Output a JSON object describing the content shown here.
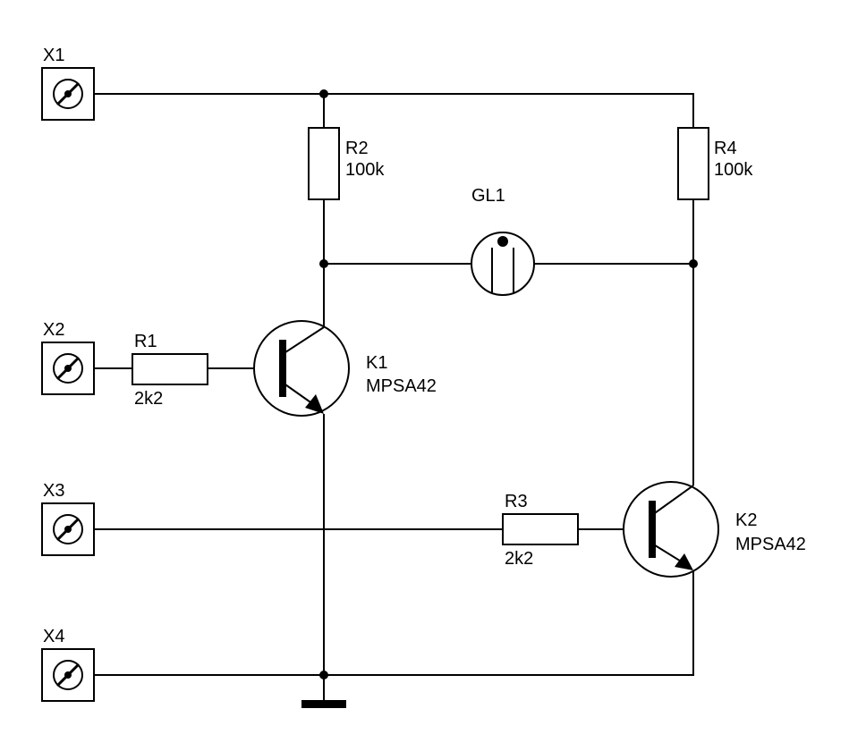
{
  "connectors": [
    {
      "id": "X1"
    },
    {
      "id": "X2"
    },
    {
      "id": "X3"
    },
    {
      "id": "X4"
    }
  ],
  "resistors": {
    "R1": {
      "ref": "R1",
      "value": "2k2"
    },
    "R2": {
      "ref": "R2",
      "value": "100k"
    },
    "R3": {
      "ref": "R3",
      "value": "2k2"
    },
    "R4": {
      "ref": "R4",
      "value": "100k"
    }
  },
  "lamp": {
    "ref": "GL1"
  },
  "transistors": {
    "K1": {
      "ref": "K1",
      "part": "MPSA42"
    },
    "K2": {
      "ref": "K2",
      "part": "MPSA42"
    }
  }
}
